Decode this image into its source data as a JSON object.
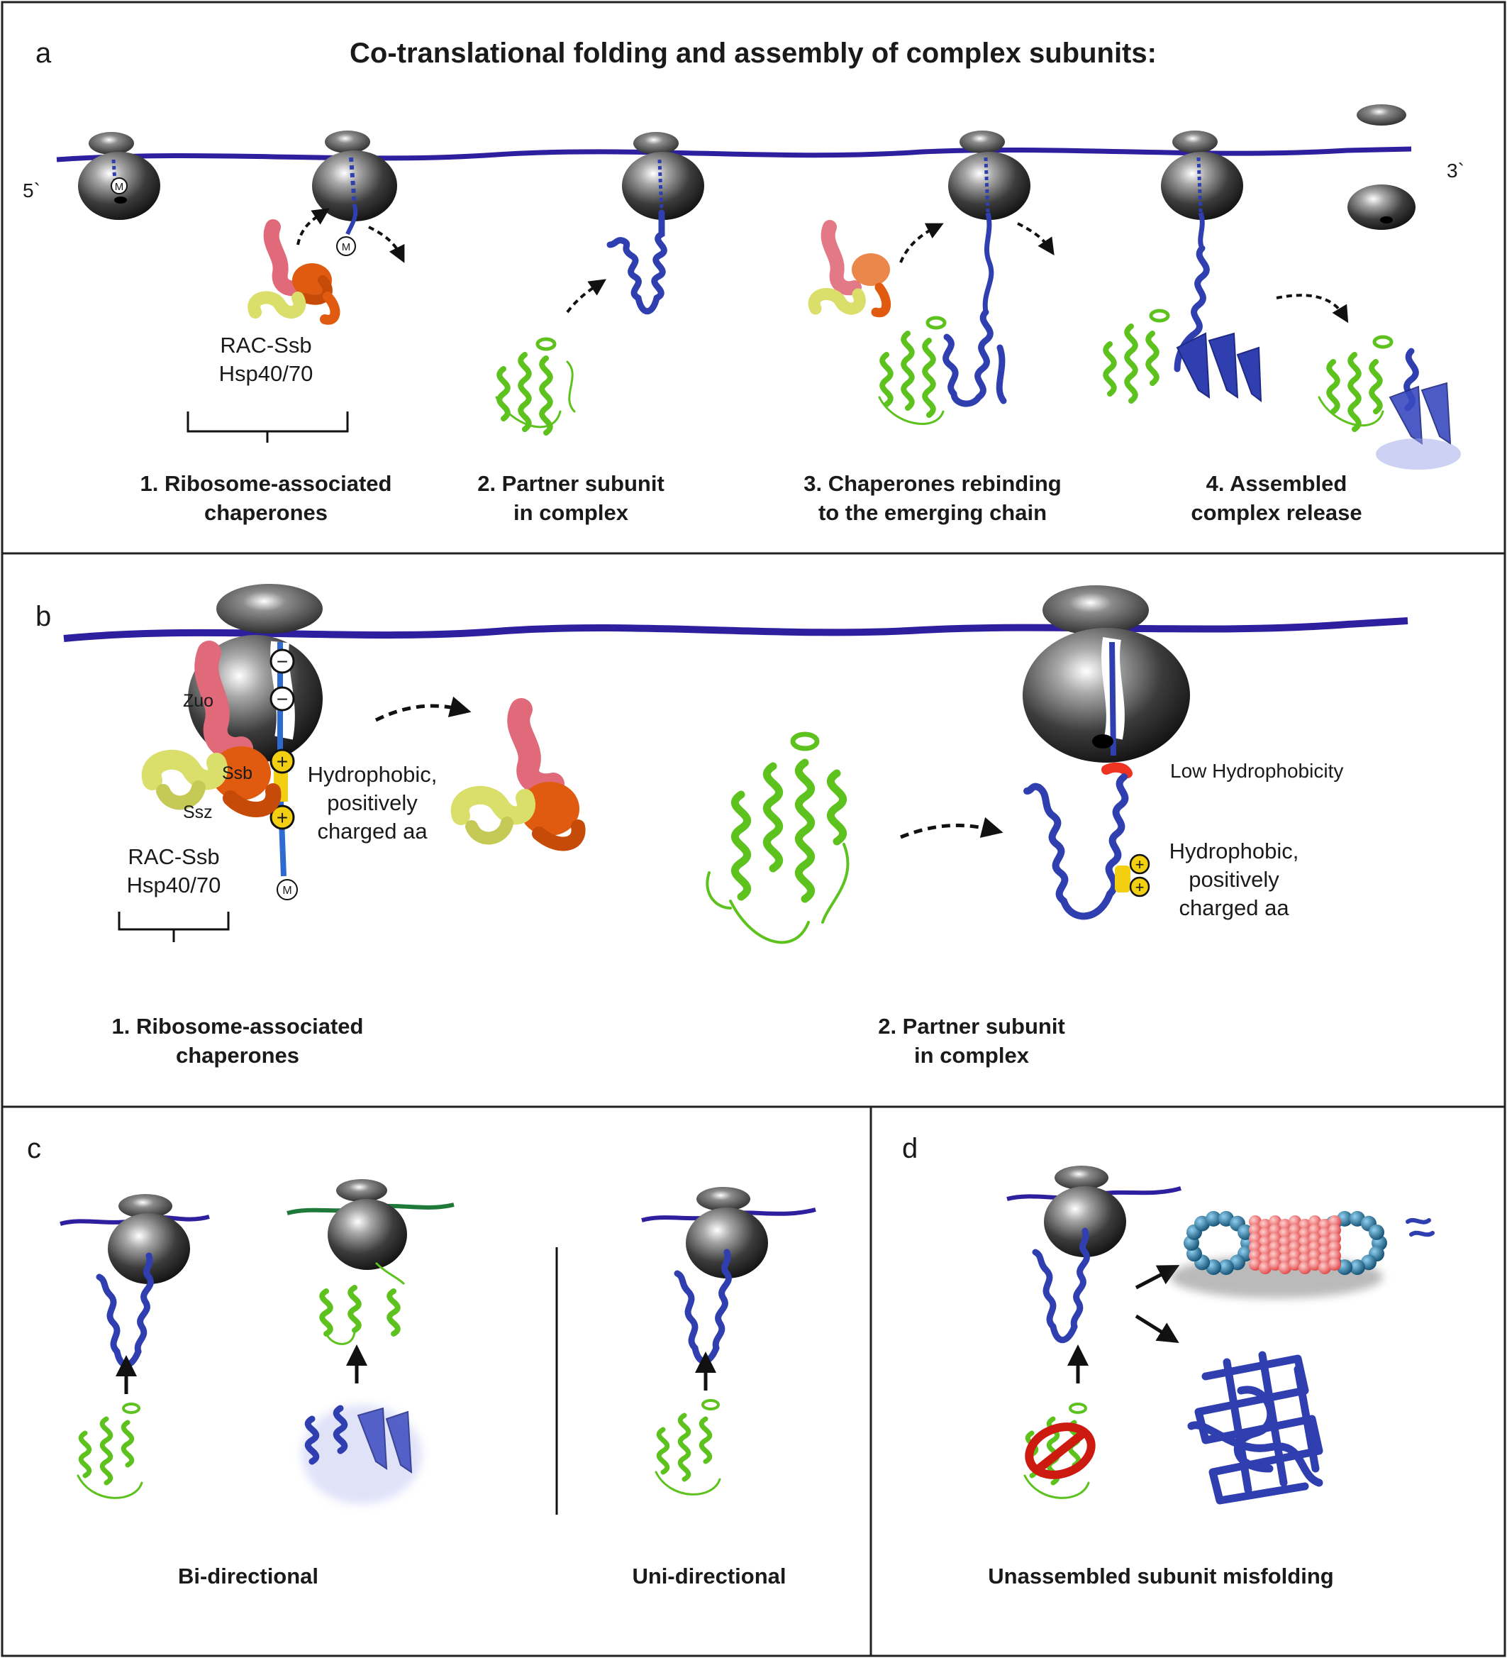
{
  "colors": {
    "mrna": "#2e1f9e",
    "ribosome": "#3a3a3a",
    "chain": "#2f3fb0",
    "partner": "#5dc21e",
    "zuo": "#e06a7a",
    "ssb": "#e05a10",
    "ssz": "#d9df6a",
    "low_hydrophobicity": "#ee3322",
    "positive_region": "#f2d011",
    "aggregate_blue": "#1f6a94",
    "aggregate_red": "#f06a6a",
    "prohibit": "#cc1a10"
  },
  "panel_a": {
    "letter": "a",
    "title": "Co-translational folding and assembly of complex subunits:",
    "five_prime": "5`",
    "three_prime": "3`",
    "start_marker": "M",
    "chaperone_name": "RAC-Ssb",
    "chaperone_family": "Hsp40/70",
    "steps": [
      {
        "line1": "1. Ribosome-associated",
        "line2": "chaperones"
      },
      {
        "line1": "2. Partner subunit",
        "line2": "in complex"
      },
      {
        "line1": "3. Chaperones rebinding",
        "line2": "to the emerging chain"
      },
      {
        "line1": "4. Assembled",
        "line2": "complex release"
      }
    ]
  },
  "panel_b": {
    "letter": "b",
    "zuo_label": "Zuo",
    "ssb_label": "Ssb",
    "ssz_label": "Ssz",
    "chaperone_name": "RAC-Ssb",
    "chaperone_family": "Hsp40/70",
    "hydrophobic_label": [
      "Hydrophobic,",
      "positively",
      "charged aa"
    ],
    "low_hydrophobicity_label": "Low Hydrophobicity",
    "hydrophobic_label_2": [
      "Hydrophobic,",
      "positively",
      "charged aa"
    ],
    "minus_sign": "−",
    "plus_sign": "+",
    "start_marker": "M",
    "step1": {
      "line1": "1. Ribosome-associated",
      "line2": "chaperones"
    },
    "step2": {
      "line1": "2. Partner subunit",
      "line2": "in complex"
    }
  },
  "panel_c": {
    "letter": "c",
    "bidirectional_label": "Bi-directional",
    "unidirectional_label": "Uni-directional"
  },
  "panel_d": {
    "letter": "d",
    "label": "Unassembled subunit misfolding"
  }
}
